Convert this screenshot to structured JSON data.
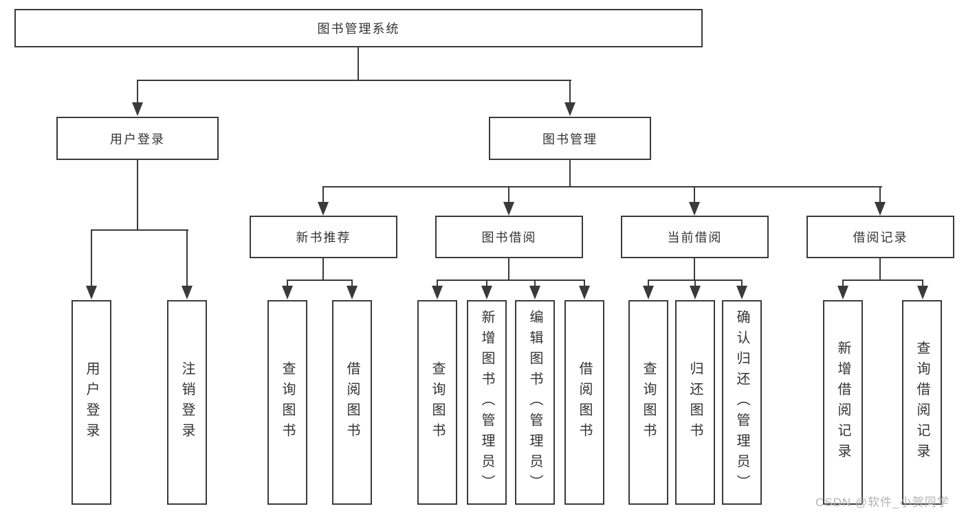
{
  "diagram": {
    "root": {
      "label": "图书管理系统"
    },
    "branches": [
      {
        "label": "用户登录",
        "children": [
          {
            "label": "用户登录"
          },
          {
            "label": "注销登录"
          }
        ]
      },
      {
        "label": "图书管理",
        "sections": [
          {
            "label": "新书推荐",
            "children": [
              {
                "label": "查询图书"
              },
              {
                "label": "借阅图书"
              }
            ]
          },
          {
            "label": "图书借阅",
            "children": [
              {
                "label": "查询图书"
              },
              {
                "label": "新增图书（管理员）"
              },
              {
                "label": "编辑图书（管理员）"
              },
              {
                "label": "借阅图书"
              }
            ]
          },
          {
            "label": "当前借阅",
            "children": [
              {
                "label": "查询图书"
              },
              {
                "label": "归还图书"
              },
              {
                "label": "确认归还（管理员）"
              }
            ]
          },
          {
            "label": "借阅记录",
            "children": [
              {
                "label": "新增借阅记录"
              },
              {
                "label": "查询借阅记录"
              }
            ]
          }
        ]
      }
    ]
  },
  "watermark": {
    "text": "CSDN @软件_小贺同学"
  },
  "colors": {
    "line": "#3a3a3a",
    "text": "#333333",
    "background": "#ffffff",
    "watermark": "#b3b3b3"
  }
}
